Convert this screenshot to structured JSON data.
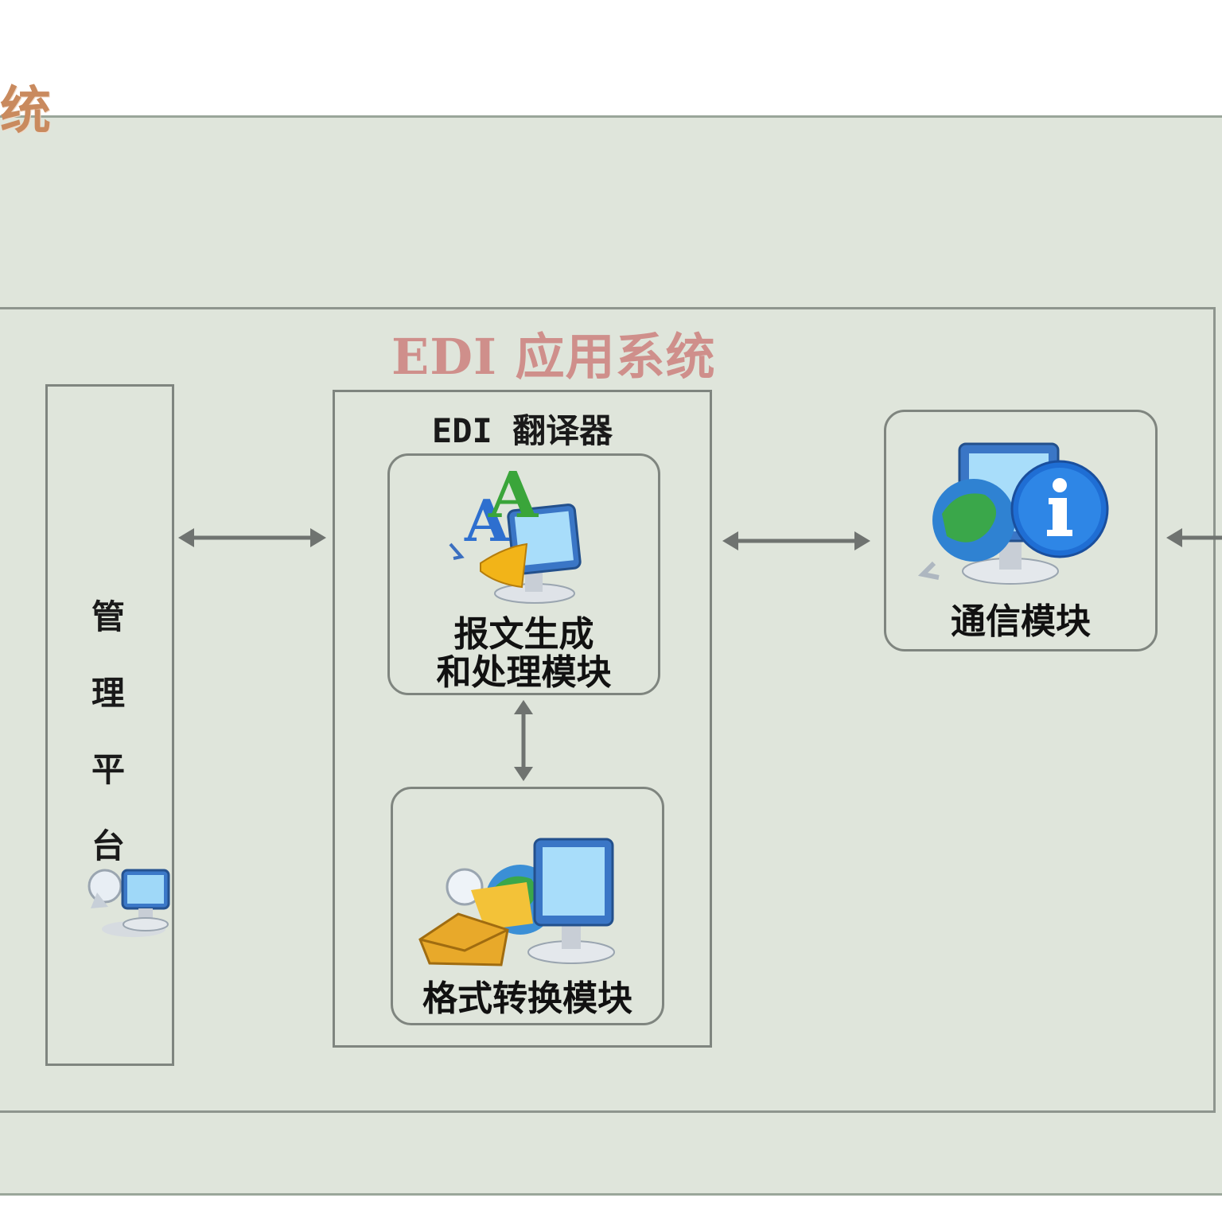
{
  "outer_system": {
    "title_fragment": "统"
  },
  "edi_system": {
    "title": "EDI 应用系统"
  },
  "management_platform": {
    "label": "管理平台"
  },
  "edi_translator": {
    "label": "EDI 翻译器",
    "modules": [
      {
        "label": "报文生成\n和处理模块",
        "icon": "translate-computer-icon"
      },
      {
        "label": "格式转换模块",
        "icon": "mail-globe-computer-icon"
      }
    ]
  },
  "communication_module": {
    "label": "通信模块",
    "icon": "globe-info-computer-icon"
  },
  "colors": {
    "outer_panel": "#dfe5db",
    "outer_title": "#c98a5e",
    "inner_title": "#cf8f8b",
    "border": "#7f857f",
    "arrow": "#6f7370"
  }
}
